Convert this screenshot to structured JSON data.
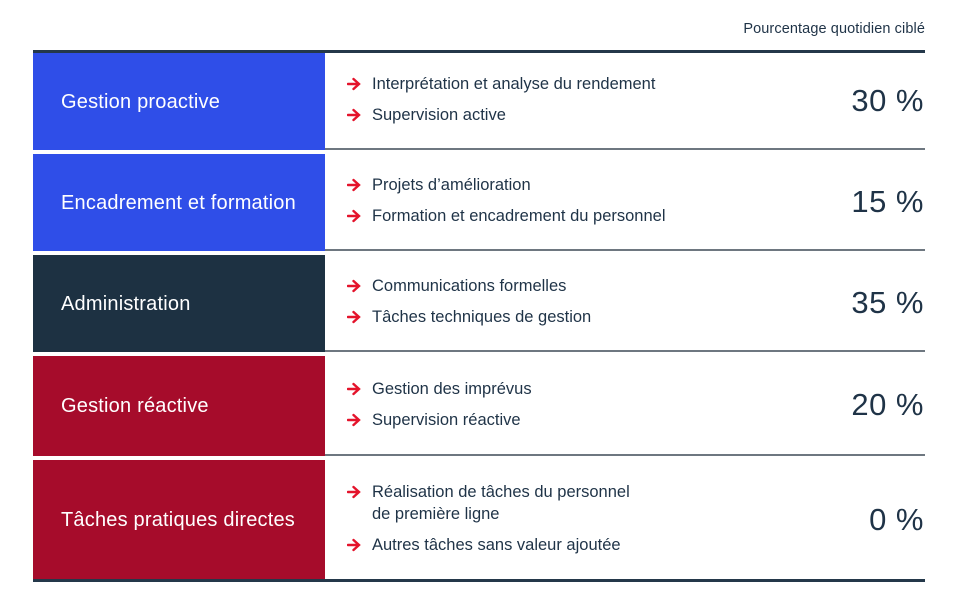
{
  "header": {
    "label": "Pourcentage quotidien ciblé"
  },
  "colors": {
    "category_blue": "#2F4EE8",
    "category_navy": "#1D3142",
    "category_red": "#A60C2B",
    "arrow_red": "#E4132B",
    "text_navy": "#1F3347",
    "border_dark": "#24384A",
    "separator_gray": "#6E7780",
    "background": "#FFFFFF"
  },
  "table": {
    "bullet_icon": "arrow-right-icon",
    "rows": [
      {
        "category": "Gestion proactive",
        "color": "blue",
        "items": [
          "Interprétation et analyse du rendement",
          "Supervision active"
        ],
        "percent": "30 %"
      },
      {
        "category": "Encadrement et formation",
        "color": "blue",
        "items": [
          "Projets d’amélioration",
          "Formation et encadrement du personnel"
        ],
        "percent": "15 %"
      },
      {
        "category": "Administration",
        "color": "navy",
        "items": [
          "Communications formelles",
          "Tâches techniques de gestion"
        ],
        "percent": "35 %"
      },
      {
        "category": "Gestion réactive",
        "color": "red",
        "items": [
          "Gestion des imprévus",
          "Supervision réactive"
        ],
        "percent": "20 %"
      },
      {
        "category": "Tâches pratiques directes",
        "color": "red",
        "items": [
          "Réalisation de tâches du personnel\nde première ligne",
          "Autres tâches sans valeur ajoutée"
        ],
        "percent": "0 %"
      }
    ]
  }
}
